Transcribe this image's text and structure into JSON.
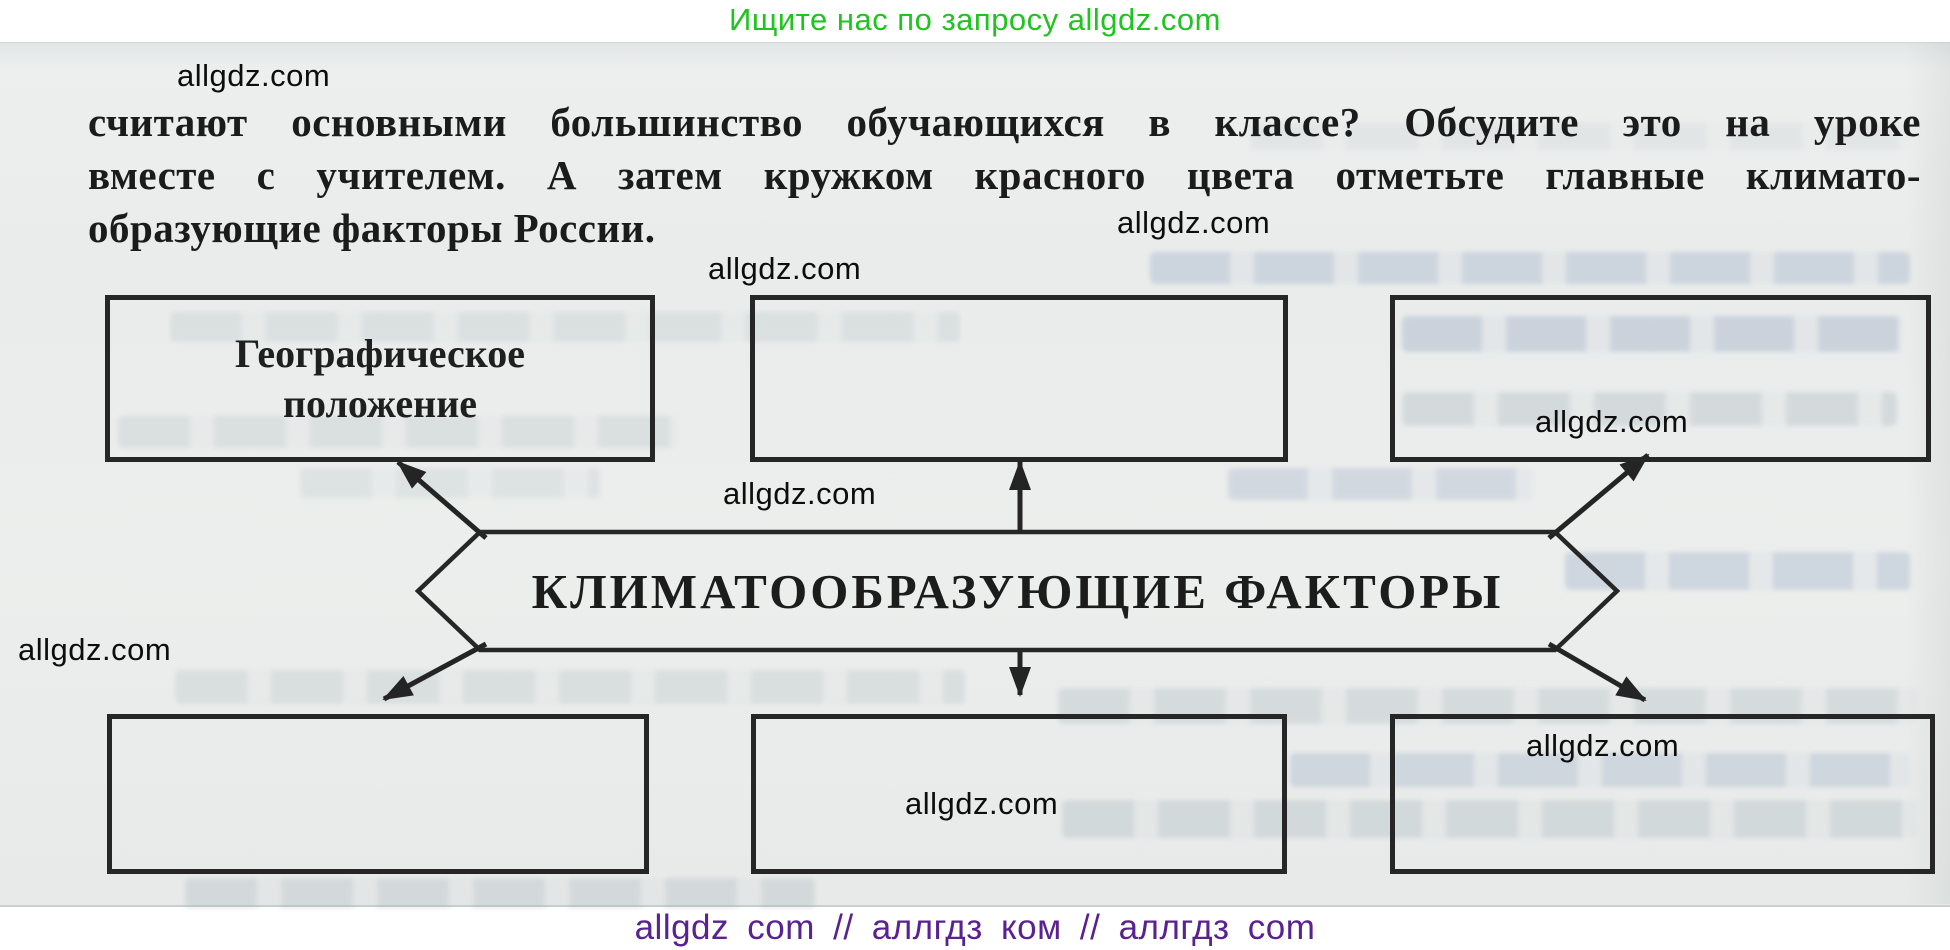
{
  "promo_header": {
    "text": "Ищите нас по запросу allgdz.com",
    "color": "#1fc41f"
  },
  "watermark_text": "allgdz.com",
  "task_text": {
    "line1": "считают основными большинство обучающихся в классе? Обсудите это на уроке",
    "line2": "вместе с учителем. А затем кружком красного цвета отметьте главные климато-",
    "line3": "образующие факторы России."
  },
  "diagram": {
    "center_label": "КЛИМАТООБРАЗУЮЩИЕ ФАКТОРЫ",
    "boxes": [
      {
        "position": "top-left",
        "label": "Географическое положение"
      },
      {
        "position": "top-middle",
        "label": ""
      },
      {
        "position": "top-right",
        "label": ""
      },
      {
        "position": "bottom-left",
        "label": ""
      },
      {
        "position": "bottom-middle",
        "label": ""
      },
      {
        "position": "bottom-right",
        "label": ""
      }
    ],
    "ink_color": "#262626"
  },
  "footer": {
    "text": "allgdz com // аллгдз ком // аллгдз com",
    "color": "#5a2191"
  },
  "colors": {
    "paper": "#e9eceb",
    "promo_green": "#1fc41f",
    "footer_purple": "#5a2191",
    "watermark_ink": "#0d0d0d"
  }
}
